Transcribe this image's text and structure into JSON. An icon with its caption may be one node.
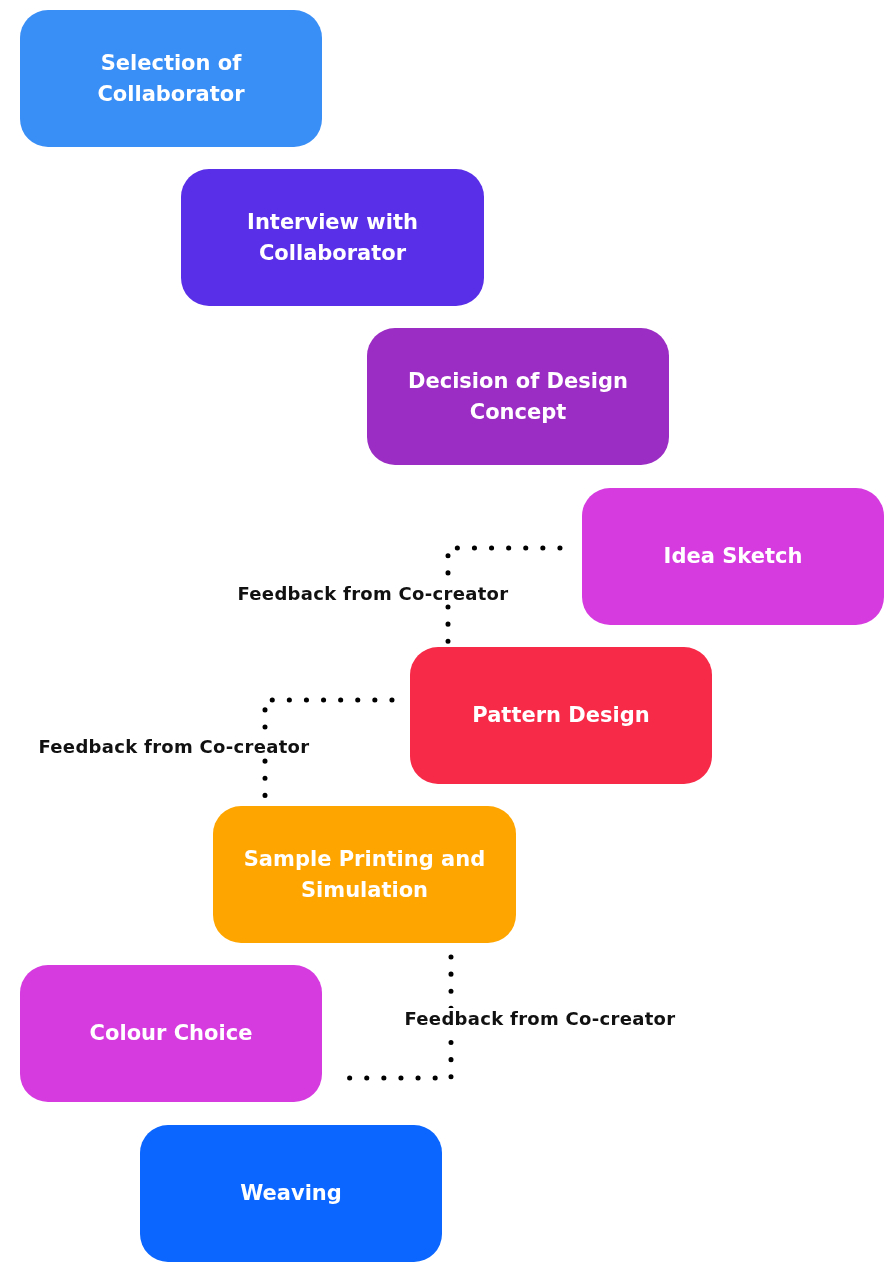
{
  "diagram": {
    "nodes": [
      {
        "text": [
          "Selection of Collaborator"
        ]
      },
      {
        "text": [
          "Interview with Collaborator"
        ]
      },
      {
        "text": [
          "Decision of Design Concept"
        ]
      },
      {
        "text": [
          "Idea Sketch"
        ]
      },
      {
        "text": [
          "Pattern Design"
        ]
      },
      {
        "text": [
          "Sample Printing and Simulation"
        ]
      },
      {
        "text": [
          "Colour Choice"
        ]
      },
      {
        "text": [
          "Weaving"
        ]
      }
    ],
    "edges": [
      {
        "from": 3,
        "to": 4,
        "arrow": "none",
        "style": "dashed",
        "label": "Feedback from Co-creator"
      },
      {
        "from": 4,
        "to": 5,
        "arrow": "none",
        "style": "dashed",
        "label": "Feedback from Co-creator"
      },
      {
        "from": 5,
        "to": 6,
        "arrow": "none",
        "style": "dashed",
        "label": "Feedback from Co-creator"
      }
    ]
  }
}
